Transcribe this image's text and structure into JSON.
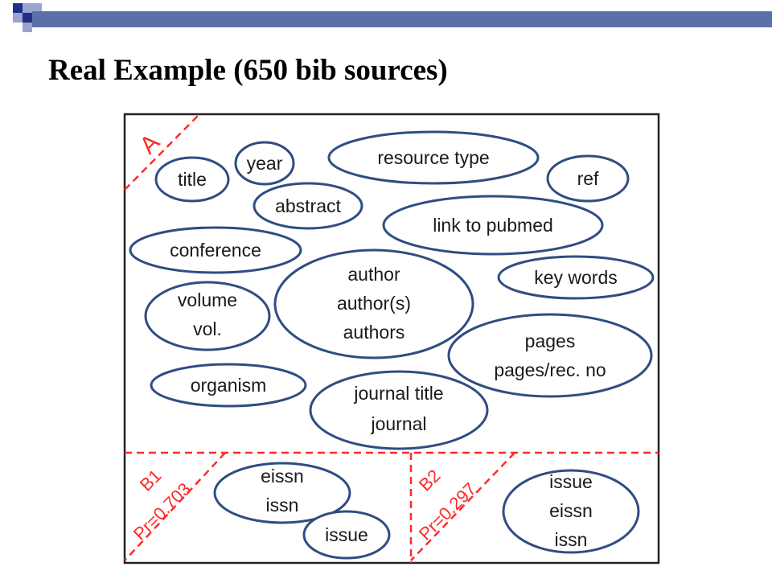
{
  "title": "Real Example (650 bib sources)",
  "colors": {
    "header_bar": "#5b6fa8",
    "square_dark": "#1f2f8a",
    "square_light": "#9aa4cf",
    "ellipse_stroke": "#2f4d82",
    "region_marker": "#ff2a2a"
  },
  "regions": {
    "a": {
      "label": "A"
    },
    "b1": {
      "label": "B1",
      "prob": "Pr=0.703"
    },
    "b2": {
      "label": "B2",
      "prob": "Pr=0.297"
    }
  },
  "fields": {
    "title": [
      "title"
    ],
    "year": [
      "year"
    ],
    "resource_type": [
      "resource type"
    ],
    "ref": [
      "ref"
    ],
    "abstract": [
      "abstract"
    ],
    "link_to_pubmed": [
      "link to pubmed"
    ],
    "conference": [
      "conference"
    ],
    "key_words": [
      "key words"
    ],
    "author": [
      "author",
      "author(s)",
      "authors"
    ],
    "volume": [
      "volume",
      "vol."
    ],
    "pages": [
      "pages",
      "pages/rec. no"
    ],
    "organism": [
      "organism"
    ],
    "journal": [
      "journal title",
      "journal"
    ],
    "b1_eissn_issn": [
      "eissn",
      "issn"
    ],
    "b1_issue": [
      "issue"
    ],
    "b2_issue_eissn_issn": [
      "issue",
      "eissn",
      "issn"
    ]
  }
}
